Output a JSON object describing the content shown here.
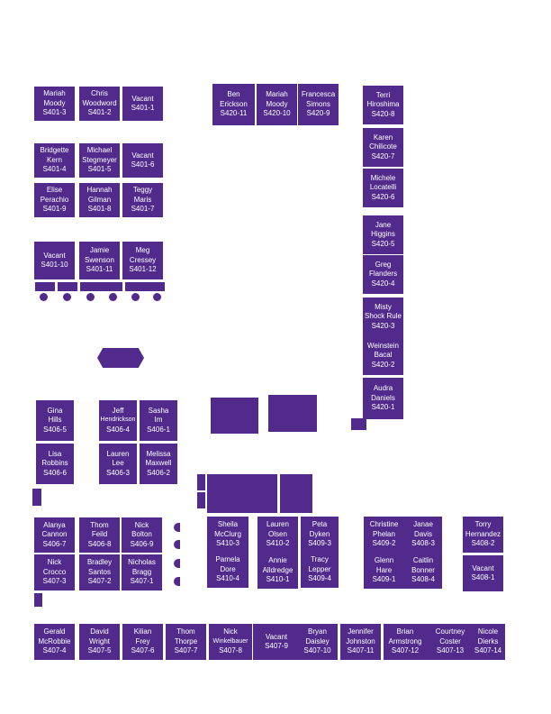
{
  "colors": {
    "office": "#512a8c",
    "background": "#ffffff"
  },
  "offices": [
    {
      "lines": [
        "Mariah",
        "Moody",
        "S401-3"
      ]
    },
    {
      "lines": [
        "Chris",
        "Woodword",
        "S401-2"
      ]
    },
    {
      "lines": [
        "Vacant",
        "S401-1"
      ]
    },
    {
      "lines": [
        "Bridgette",
        "Kern",
        "S401-4"
      ]
    },
    {
      "lines": [
        "Michael",
        "Stegmeyer",
        "S401-5"
      ]
    },
    {
      "lines": [
        "Vacant",
        "S401-6"
      ]
    },
    {
      "lines": [
        "Elise",
        "Perachio",
        "S401-9"
      ]
    },
    {
      "lines": [
        "Hannah",
        "Gilman",
        "S401-8"
      ]
    },
    {
      "lines": [
        "Teggy",
        "Maris",
        "S401-7"
      ]
    },
    {
      "lines": [
        "Vacant",
        "S401-10"
      ]
    },
    {
      "lines": [
        "Jamie",
        "Swenson",
        "S401-11"
      ]
    },
    {
      "lines": [
        "Meg",
        "Cressey",
        "S401-12"
      ]
    },
    {
      "lines": [
        "Ben",
        "Erickson",
        "S420-11"
      ]
    },
    {
      "lines": [
        "Mariah",
        "Moody",
        "S420-10"
      ]
    },
    {
      "lines": [
        "Francesca",
        "Simons",
        "S420-9"
      ]
    },
    {
      "lines": [
        "Terri",
        "Hiroshima",
        "S420-8"
      ]
    },
    {
      "lines": [
        "Karen",
        "Chilicote",
        "S420-7"
      ]
    },
    {
      "lines": [
        "Michele",
        "Locatelli",
        "S420-6"
      ]
    },
    {
      "lines": [
        "Jane",
        "Higgins",
        "S420-5"
      ]
    },
    {
      "lines": [
        "Greg",
        "Flanders",
        "S420-4"
      ]
    },
    {
      "lines": [
        "Misty",
        "Shock Rule",
        "S420-3"
      ]
    },
    {
      "lines": [
        "Weinstein",
        "Bacal",
        "S420-2"
      ]
    },
    {
      "lines": [
        "Audra",
        "Daniels",
        "S420-1"
      ]
    },
    {
      "lines": [
        "Gina",
        "Hills",
        "S406-5"
      ]
    },
    {
      "lines": [
        "Jeff",
        "Hendrickson",
        "S406-4"
      ]
    },
    {
      "lines": [
        "Sasha",
        "Im",
        "S406-1"
      ]
    },
    {
      "lines": [
        "Lisa",
        "Robbins",
        "S406-6"
      ]
    },
    {
      "lines": [
        "Lauren",
        "Lee",
        "S406-3"
      ]
    },
    {
      "lines": [
        "Melissa",
        "Maxwell",
        "S406-2"
      ]
    },
    {
      "lines": [
        "Alanya",
        "Cannon",
        "S406-7"
      ]
    },
    {
      "lines": [
        "Thom",
        "Feild",
        "S406-8"
      ]
    },
    {
      "lines": [
        "Nick",
        "Bolton",
        "S406-9"
      ]
    },
    {
      "lines": [
        "Nick",
        "Crocco",
        "S407-3"
      ]
    },
    {
      "lines": [
        "Bradley",
        "Santos",
        "S407-2"
      ]
    },
    {
      "lines": [
        "Nicholas",
        "Bragg",
        "S407-1"
      ]
    },
    {
      "lines": [
        "Sheila",
        "McClurg",
        "S410-3"
      ]
    },
    {
      "lines": [
        "Pamela",
        "Dore",
        "S410-4"
      ]
    },
    {
      "lines": [
        "Lauren",
        "Olsen",
        "S410-2"
      ]
    },
    {
      "lines": [
        "Annie",
        "Alldredge",
        "S410-1"
      ]
    },
    {
      "lines": [
        "Peta",
        "Dyken",
        "S409-3"
      ]
    },
    {
      "lines": [
        "Tracy",
        "Lepper",
        "S409-4"
      ]
    },
    {
      "lines": [
        "Christine",
        "Phelan",
        "S409-2"
      ]
    },
    {
      "lines": [
        "Janae",
        "Davis",
        "S408-3"
      ]
    },
    {
      "lines": [
        "Glenn",
        "Hare",
        "S409-1"
      ]
    },
    {
      "lines": [
        "Caitlin",
        "Bonner",
        "S408-4"
      ]
    },
    {
      "lines": [
        "Torry",
        "Hernandez",
        "S408-2"
      ]
    },
    {
      "lines": [
        "Vacant",
        "S408-1"
      ]
    },
    {
      "lines": [
        "Gerald",
        "McRobbie",
        "S407-4"
      ]
    },
    {
      "lines": [
        "David",
        "Wright",
        "S407-5"
      ]
    },
    {
      "lines": [
        "Kilian",
        "Frey",
        "S407-6"
      ]
    },
    {
      "lines": [
        "Thom",
        "Thorpe",
        "S407-7"
      ]
    },
    {
      "lines": [
        "Nick",
        "Winkelbauer",
        "S407-8"
      ]
    },
    {
      "lines": [
        "Vacant",
        "S407-9"
      ]
    },
    {
      "lines": [
        "Bryan",
        "Daisley",
        "S407-10"
      ]
    },
    {
      "lines": [
        "Jennifer",
        "Johnston",
        "S407-11"
      ]
    },
    {
      "lines": [
        "Brian",
        "Armstrong",
        "S407-12"
      ]
    },
    {
      "lines": [
        "Courtney",
        "Coster",
        "S407-13"
      ]
    },
    {
      "lines": [
        "Nicole",
        "Dierks",
        "S407-14"
      ]
    }
  ]
}
